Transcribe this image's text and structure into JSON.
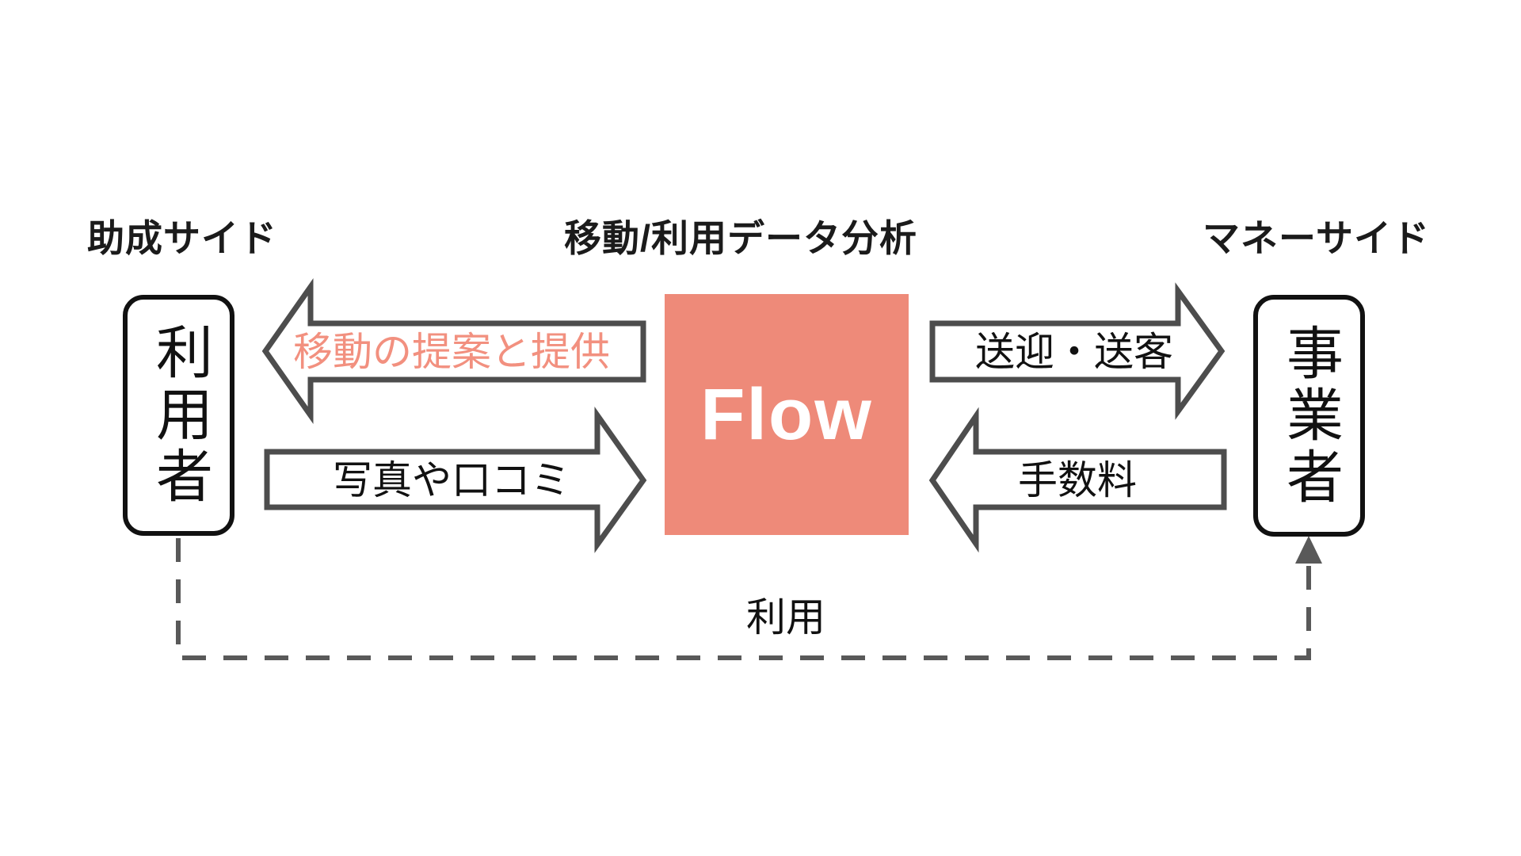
{
  "diagram": {
    "headings": {
      "left": "助成サイド",
      "center": "移動/利用データ分析",
      "right": "マネーサイド"
    },
    "nodes": {
      "user": "利用者",
      "platform": "Flow",
      "business": "事業者"
    },
    "arrows": {
      "proposal": "移動の提案と提供",
      "photos": "写真や口コミ",
      "sending": "送迎・送客",
      "fee": "手数料",
      "usage": "利用"
    },
    "colors": {
      "accent": "#ee8a79",
      "accent_text": "#f2907f",
      "arrow_outline": "#4d4d4d",
      "dashed_line": "#595959",
      "node_border": "#111111"
    }
  }
}
